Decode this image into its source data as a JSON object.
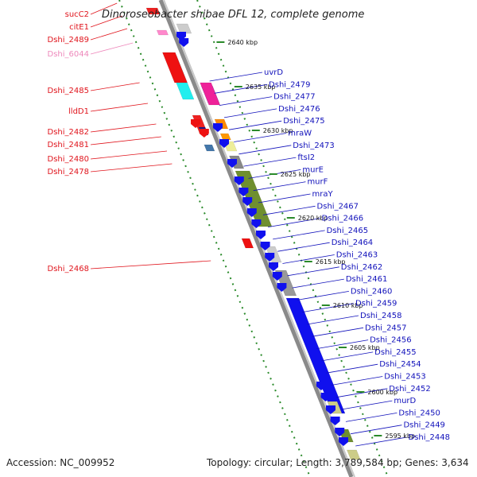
{
  "title": "Dinoroseobacter shibae DFL 12, complete genome",
  "footer": {
    "accession": "Accession: NC_009952",
    "summary": "Topology: circular; Length: 3,789,584 bp; Genes: 3,634"
  },
  "colors": {
    "left_label": "#e0141c",
    "left_label_pink": "#ee88bb",
    "right_label": "#1111bb",
    "backbone": "#8a8a8a",
    "dots": "#2a8a2a",
    "gene_blue": "#1010ee"
  },
  "kbp_ticks": [
    "2640 kbp",
    "2635 kbp",
    "2630 kbp",
    "2625 kbp",
    "2620 kbp",
    "2615 kbp",
    "2610 kbp",
    "2605 kbp",
    "2600 kbp",
    "2595 kbp"
  ],
  "left_labels": [
    {
      "text": "sucC2",
      "color": "red"
    },
    {
      "text": "citE1",
      "color": "red"
    },
    {
      "text": "Dshi_2489",
      "color": "red"
    },
    {
      "text": "Dshi_6044",
      "color": "pink"
    },
    {
      "text": "Dshi_2485",
      "color": "red"
    },
    {
      "text": "lldD1",
      "color": "red"
    },
    {
      "text": "Dshi_2482",
      "color": "red"
    },
    {
      "text": "Dshi_2481",
      "color": "red"
    },
    {
      "text": "Dshi_2480",
      "color": "red"
    },
    {
      "text": "Dshi_2478",
      "color": "red"
    },
    {
      "text": "Dshi_2468",
      "color": "red"
    }
  ],
  "right_labels": [
    "uvrD",
    "Dshi_2479",
    "Dshi_2477",
    "Dshi_2476",
    "Dshi_2475",
    "mraW",
    "Dshi_2473",
    "ftsI2",
    "murE",
    "murF",
    "mraY",
    "Dshi_2467",
    "Dshi_2466",
    "Dshi_2465",
    "Dshi_2464",
    "Dshi_2463",
    "Dshi_2462",
    "Dshi_2461",
    "Dshi_2460",
    "Dshi_2459",
    "Dshi_2458",
    "Dshi_2457",
    "Dshi_2456",
    "Dshi_2455",
    "Dshi_2454",
    "Dshi_2453",
    "Dshi_2452",
    "murD",
    "Dshi_2450",
    "Dshi_2449",
    "Dshi_2448"
  ]
}
